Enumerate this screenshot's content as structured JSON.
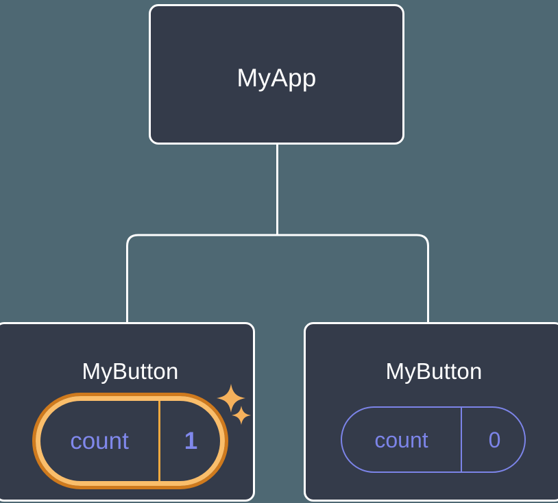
{
  "diagram": {
    "type": "component-tree",
    "background_color": "#4e6873",
    "node_fill_color": "#343b4a",
    "node_border_color": "#ffffff",
    "connector_color": "#ffffff",
    "accent_state_color": "#7c84e8",
    "highlight_outer_color": "#cf7a1d",
    "highlight_inner_color": "#fabe6b",
    "sparkle_color": "#f5b15c",
    "root": {
      "title": "MyApp"
    },
    "children": [
      {
        "title": "MyButton",
        "state": {
          "key": "count",
          "value": "1"
        },
        "highlighted": true,
        "sparkles": 2
      },
      {
        "title": "MyButton",
        "state": {
          "key": "count",
          "value": "0"
        },
        "highlighted": false,
        "sparkles": 0
      }
    ],
    "icons": {
      "sparkle_large": "sparkle-icon",
      "sparkle_small": "sparkle-icon"
    }
  }
}
